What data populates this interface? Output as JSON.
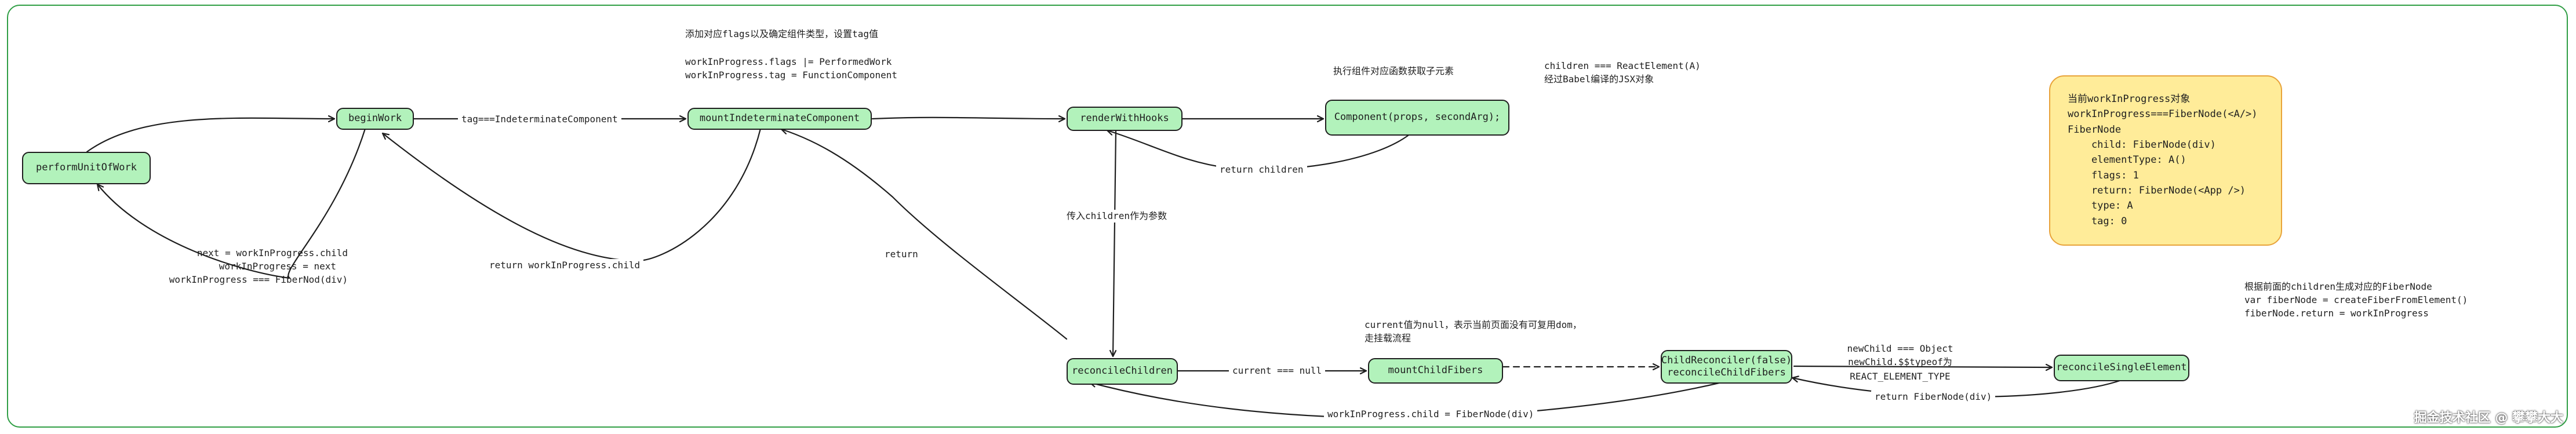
{
  "nodes": {
    "perform": "performUnitOfWork",
    "begin": "beginWork",
    "mount": "mountIndeterminateComponent",
    "render": "renderWithHooks",
    "component": "Component(props, secondArg);",
    "reconcile_children": "reconcileChildren",
    "mount_child_fibers": "mountChildFibers",
    "child_reconciler_line1": "ChildReconciler(false)",
    "child_reconciler_line2": "reconcileChildFibers",
    "single_element": "reconcileSingleElement"
  },
  "labels": {
    "flags_line1": "添加对应flags以及确定组件类型，设置tag值",
    "flags_line2": "workInProgress.flags |= PerformedWork",
    "flags_line3": "workInProgress.tag = FunctionComponent",
    "exec_component": "执行组件对应函数获取子元素",
    "children_line1": "children === ReactElement(A)",
    "children_line2": "经过Babel编译的JSX对象",
    "tag_edge": "tag===IndeterminateComponent",
    "return_children": "return children",
    "pass_children": "传入children作为参数",
    "return": "return",
    "return_wip_child": "return workInProgress.child",
    "next_line1": "next = workInProgress.child",
    "next_line2": "workInProgress = next",
    "next_line3": "workInProgress === FiberNod(div)",
    "current_null": "current === null",
    "current_desc_line1": "current值为null，表示当前页面没有可复用dom，",
    "current_desc_line2": "走挂载流程",
    "new_child_line1": "newChild === Object",
    "new_child_line2": "newChild.$$typeof为",
    "new_child_line3": "REACT_ELEMENT_TYPE",
    "return_fiber": "return FiberNode(div)",
    "wip_child_fiber": "workInProgress.child = FiberNode(div)",
    "gen_line1": "根据前面的children生成对应的FiberNode",
    "gen_line2": "var fiberNode = createFiberFromElement()",
    "gen_line3": "fiberNode.return = workInProgress"
  },
  "note": {
    "lines": [
      "当前workInProgress对象",
      "workInProgress===FiberNode(<A/>)",
      "FiberNode",
      "    child: FiberNode(div)",
      "    elementType: A()",
      "    flags: 1",
      "    return: FiberNode(<App />)",
      "    type: A",
      "    tag: 0"
    ]
  },
  "watermark": "掘金技术社区 @ 攀攀大大"
}
